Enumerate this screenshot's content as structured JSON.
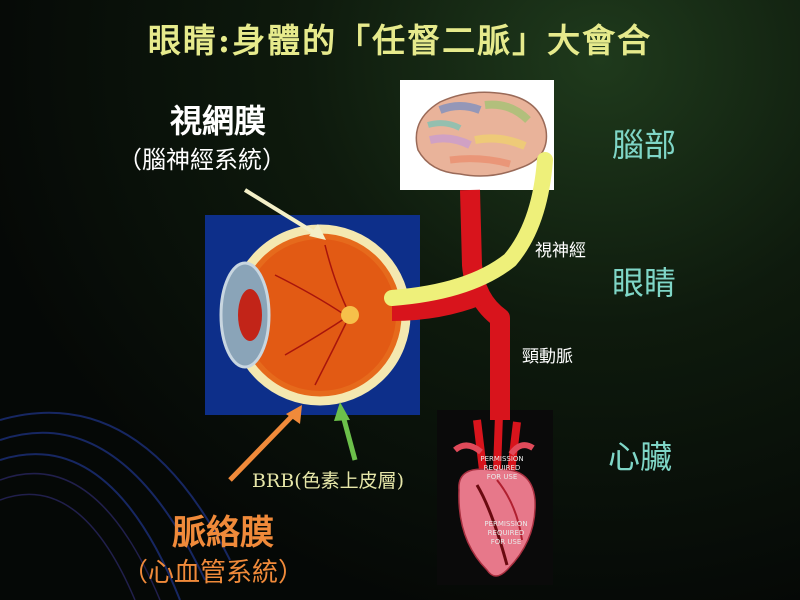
{
  "title": "眼睛:身體的「任督二脈」大會合",
  "labels": {
    "retina": "視網膜",
    "retina_sub": "（腦神經系統）",
    "brain": "腦部",
    "optic_nerve": "視神經",
    "eye": "眼睛",
    "carotid": "頸動脈",
    "heart": "心臟",
    "brb": "BRB(色素上皮層)",
    "choroid": "脈絡膜",
    "choroid_sub": "（心血管系統）"
  },
  "watermark": [
    "PERMISSION",
    "REQUIRED",
    "FOR USE"
  ],
  "colors": {
    "title": "#e6ea8c",
    "region_labels": "#7fd6c7",
    "artery": "#d8141c",
    "optic_nerve": "#eef07a",
    "choroid": "#f08a3a",
    "retina_arrow": "#f4f0c8",
    "brb_arrow": "#6cc04a"
  }
}
